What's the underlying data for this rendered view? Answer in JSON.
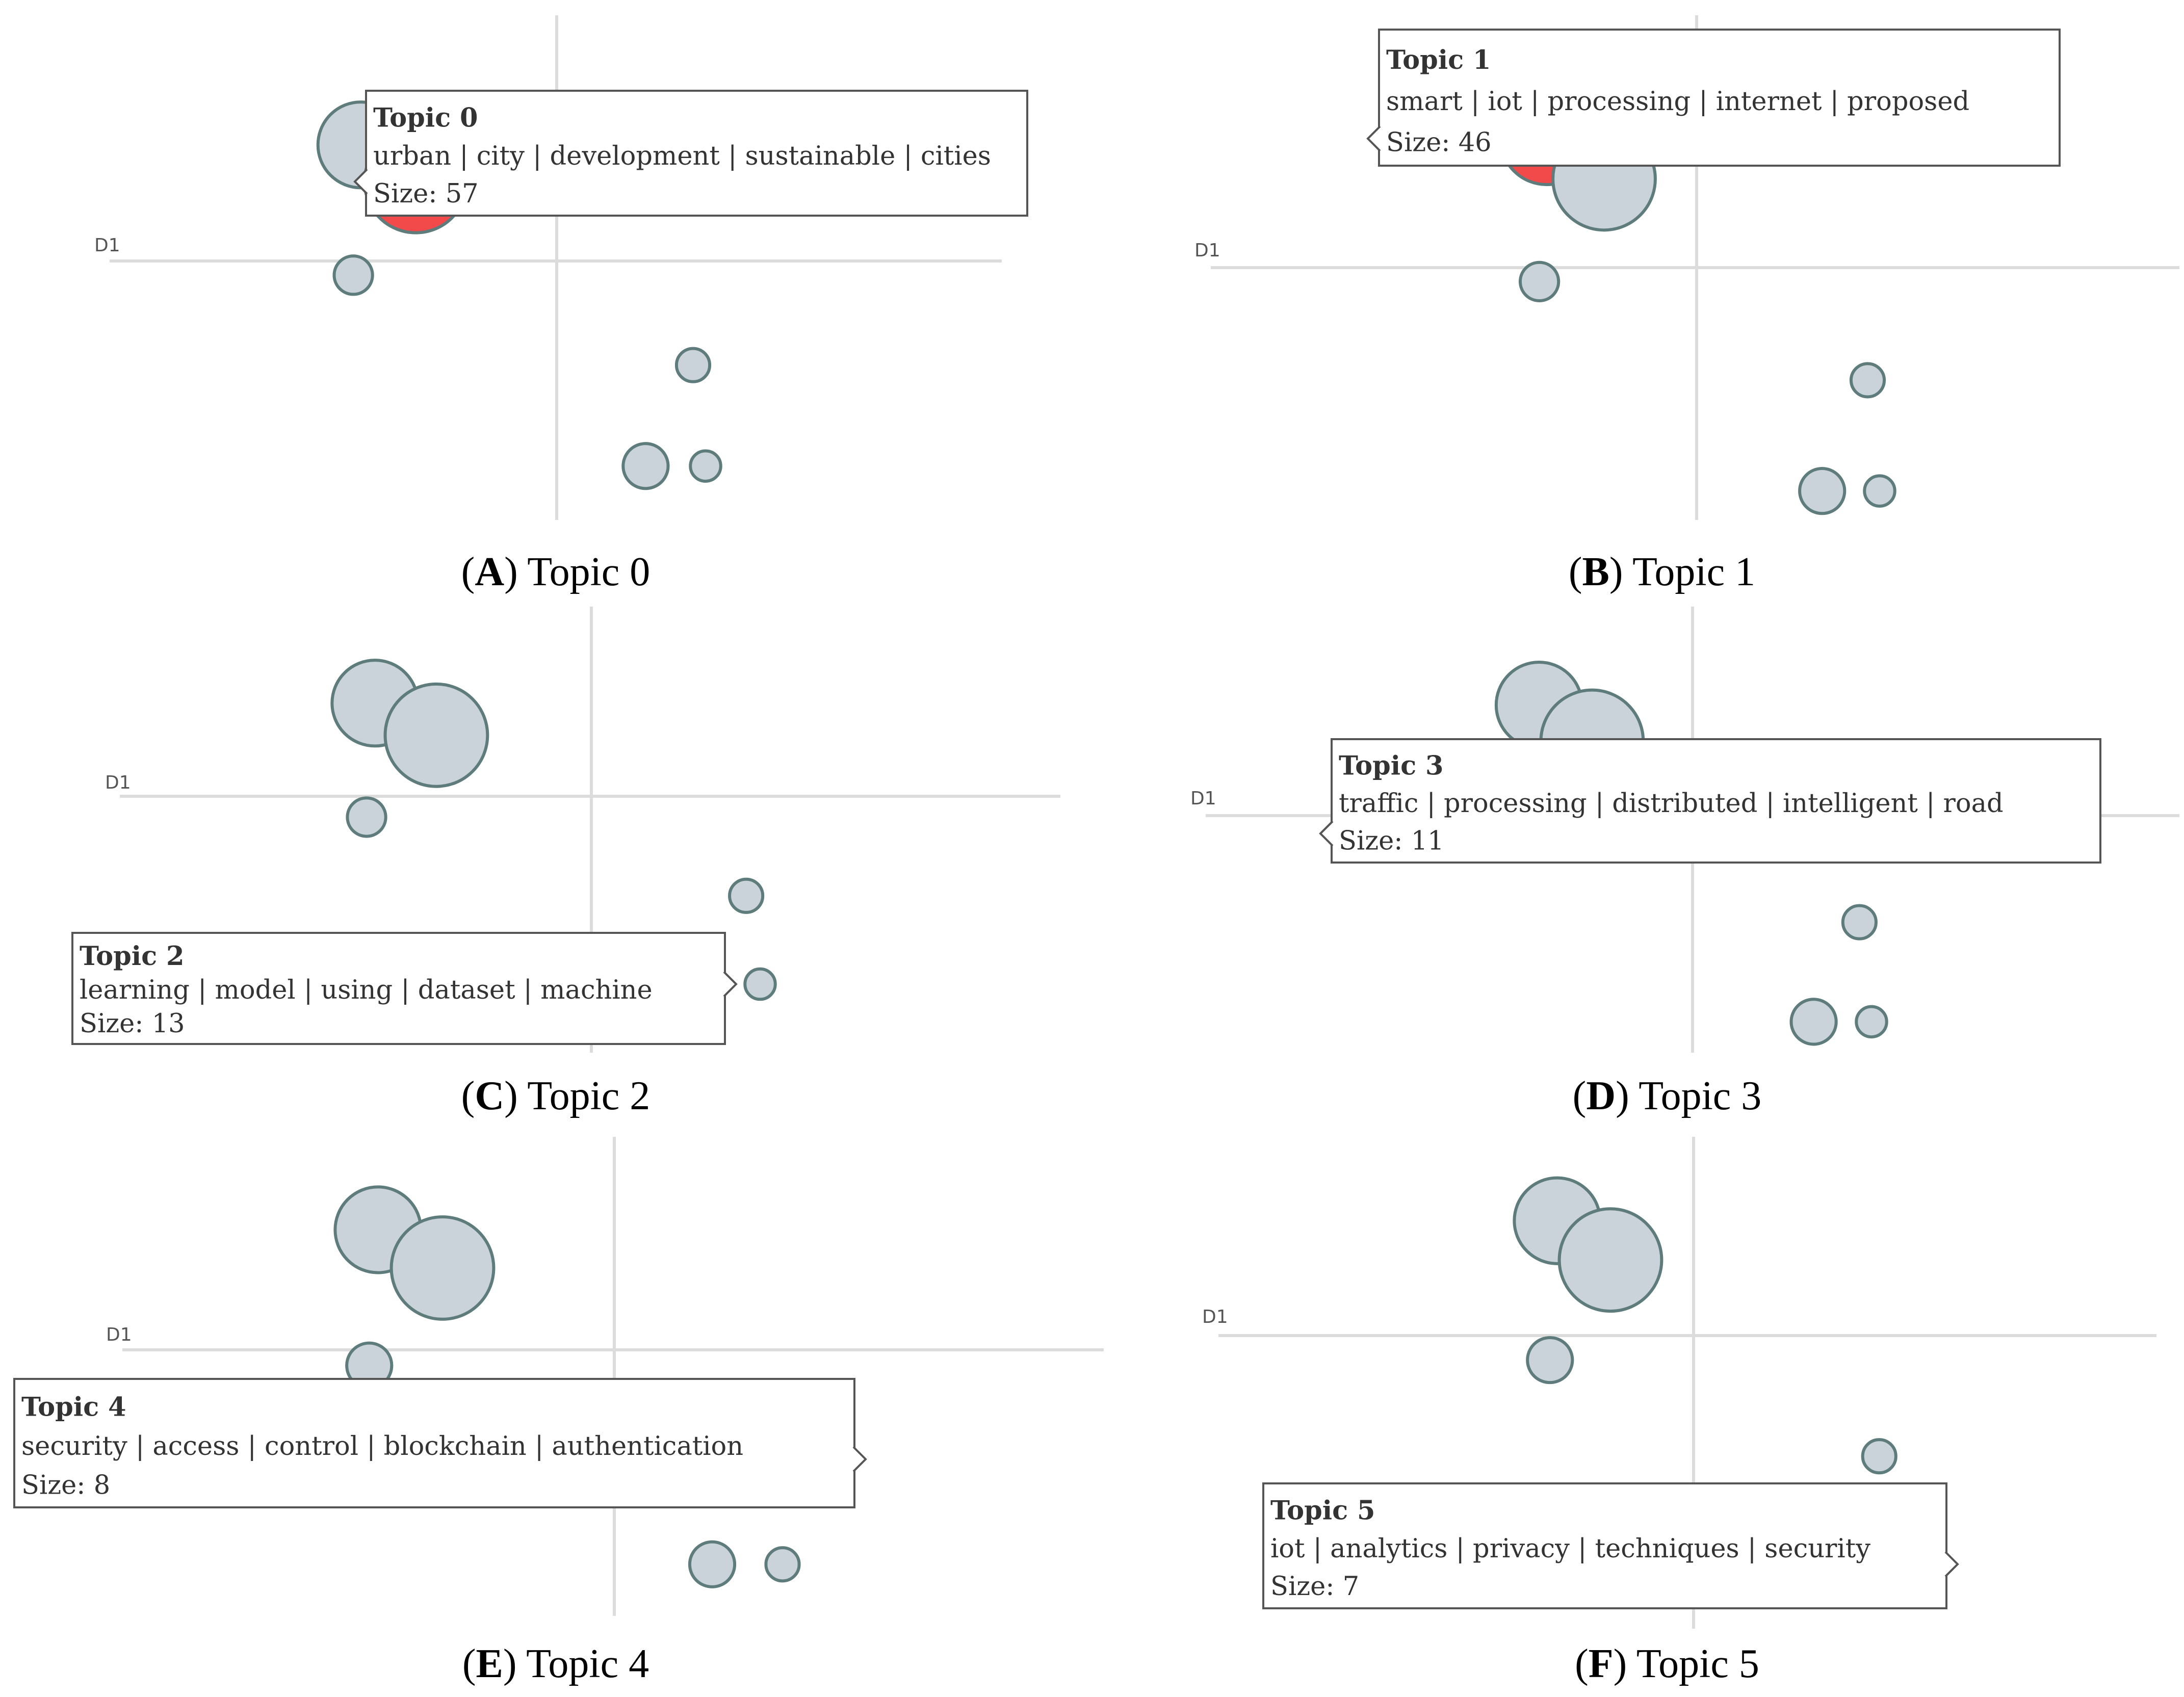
{
  "colors": {
    "bubble_fill": "#c9d3d9",
    "bubble_stroke": "#5f7c7c",
    "highlight_fill": "#f24a4a",
    "axis": "#dcdcdc",
    "tooltip_border": "#555555"
  },
  "chart_data": [
    {
      "type": "scatter",
      "panel_letter": "A",
      "caption_text": "Topic 0",
      "axis_label": "D1",
      "tooltip": {
        "title": "Topic 0",
        "words": "urban | city | development | sustainable | cities",
        "size_label": "Size: 57"
      },
      "highlight_index": 1,
      "points": [
        {
          "x": -0.78,
          "y": 0.78,
          "size": 40
        },
        {
          "x": -0.56,
          "y": 0.58,
          "size": 57
        },
        {
          "x": -0.81,
          "y": 0.07,
          "size": 8
        },
        {
          "x": 0.55,
          "y": -0.42,
          "size": 6
        },
        {
          "x": 0.36,
          "y": -0.97,
          "size": 11
        },
        {
          "x": 0.6,
          "y": -0.97,
          "size": 5
        }
      ]
    },
    {
      "type": "scatter",
      "panel_letter": "B",
      "caption_text": "Topic 1",
      "axis_label": "D1",
      "tooltip": {
        "title": "Topic 1",
        "words": "smart | iot | processing | internet | proposed",
        "size_label": "Size: 46"
      },
      "highlight_index": 0,
      "points": [
        {
          "x": -0.79,
          "y": 0.78,
          "size": 46
        },
        {
          "x": -0.55,
          "y": 0.58,
          "size": 57
        },
        {
          "x": -0.82,
          "y": 0.07,
          "size": 8
        },
        {
          "x": 0.55,
          "y": -0.42,
          "size": 6
        },
        {
          "x": 0.36,
          "y": -0.97,
          "size": 11
        },
        {
          "x": 0.6,
          "y": -0.97,
          "size": 5
        }
      ]
    },
    {
      "type": "scatter",
      "panel_letter": "C",
      "caption_text": "Topic 2",
      "axis_label": "D1",
      "tooltip": {
        "title": "Topic 2",
        "words": "learning | model | using | dataset | machine",
        "size_label": "Size: 13"
      },
      "highlight_index": 3,
      "points": [
        {
          "x": -0.78,
          "y": 0.78,
          "size": 40
        },
        {
          "x": -0.56,
          "y": 0.58,
          "size": 57
        },
        {
          "x": -0.81,
          "y": 0.07,
          "size": 8
        },
        {
          "x": 0.36,
          "y": -0.97,
          "size": 13
        },
        {
          "x": 0.55,
          "y": -0.42,
          "size": 6
        },
        {
          "x": 0.6,
          "y": -0.97,
          "size": 5
        }
      ]
    },
    {
      "type": "scatter",
      "panel_letter": "D",
      "caption_text": "Topic 3",
      "axis_label": "D1",
      "tooltip": {
        "title": "Topic 3",
        "words": "traffic | processing | distributed | intelligent | road",
        "size_label": "Size: 11"
      },
      "highlight_index": 2,
      "points": [
        {
          "x": -0.78,
          "y": 0.78,
          "size": 40
        },
        {
          "x": -0.56,
          "y": 0.58,
          "size": 57
        },
        {
          "x": -0.81,
          "y": 0.07,
          "size": 11
        },
        {
          "x": 0.55,
          "y": -0.42,
          "size": 6
        },
        {
          "x": 0.36,
          "y": -0.97,
          "size": 11
        },
        {
          "x": 0.6,
          "y": -0.97,
          "size": 5
        }
      ]
    },
    {
      "type": "scatter",
      "panel_letter": "E",
      "caption_text": "Topic 4",
      "axis_label": "D1",
      "tooltip": {
        "title": "Topic 4",
        "words": "security | access | control | blockchain | authentication",
        "size_label": "Size: 8"
      },
      "highlight_index": 3,
      "points": [
        {
          "x": -0.78,
          "y": 0.78,
          "size": 40
        },
        {
          "x": -0.56,
          "y": 0.58,
          "size": 57
        },
        {
          "x": -0.81,
          "y": 0.07,
          "size": 11
        },
        {
          "x": 0.55,
          "y": -0.42,
          "size": 8
        },
        {
          "x": 0.36,
          "y": -0.97,
          "size": 11
        },
        {
          "x": 0.6,
          "y": -0.97,
          "size": 6
        }
      ]
    },
    {
      "type": "scatter",
      "panel_letter": "F",
      "caption_text": "Topic 5",
      "axis_label": "D1",
      "tooltip": {
        "title": "Topic 5",
        "words": "iot | analytics | privacy | techniques | security",
        "size_label": "Size: 7"
      },
      "highlight_index": 4,
      "points": [
        {
          "x": -0.78,
          "y": 0.78,
          "size": 40
        },
        {
          "x": -0.56,
          "y": 0.58,
          "size": 57
        },
        {
          "x": -0.81,
          "y": 0.07,
          "size": 11
        },
        {
          "x": 0.55,
          "y": -0.42,
          "size": 6
        },
        {
          "x": 0.6,
          "y": -0.97,
          "size": 7
        }
      ]
    }
  ]
}
